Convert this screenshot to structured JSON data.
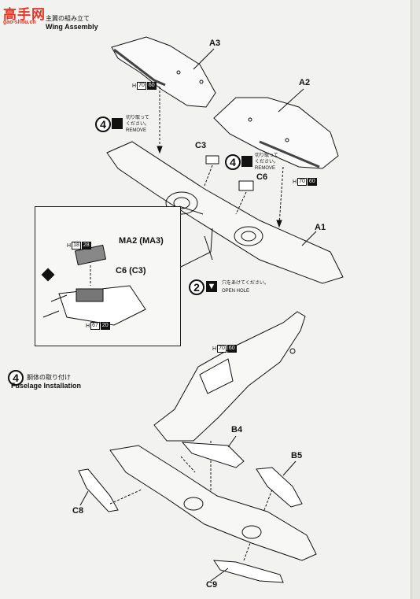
{
  "watermark": {
    "cn": "高手网",
    "url": "gao-shou.cn"
  },
  "step3": {
    "title_jp": "主翼の組み立て",
    "title_en": "Wing Assembly"
  },
  "step4": {
    "number": "4",
    "title_jp": "胴体の取り付け",
    "title_en": "Fuselage Installation"
  },
  "parts": {
    "a3": "A3",
    "a2": "A2",
    "a1": "A1",
    "c3": "C3",
    "c6": "C6",
    "ma2": "MA2 (MA3)",
    "c6c3": "C6 (C3)",
    "b4": "B4",
    "b5": "B5",
    "c8": "C8",
    "c9": "C9"
  },
  "remove_note": {
    "num": "4",
    "jp": "切り取って\nください。",
    "en": "REMOVE"
  },
  "openhole_note": {
    "num": "2",
    "jp": "穴をあけてください。",
    "en": "OPEN HOLE"
  },
  "hcodes": {
    "a3": {
      "h": "H",
      "c1": "70",
      "c2": "60"
    },
    "a2": {
      "h": "H",
      "c1": "70",
      "c2": "60"
    },
    "ma2": {
      "h": "H",
      "c1": "18",
      "c2": "28"
    },
    "c6": {
      "h": "H",
      "c1": "67",
      "c2": "20"
    },
    "fus": {
      "h": "H",
      "c1": "70",
      "c2": "60"
    }
  }
}
